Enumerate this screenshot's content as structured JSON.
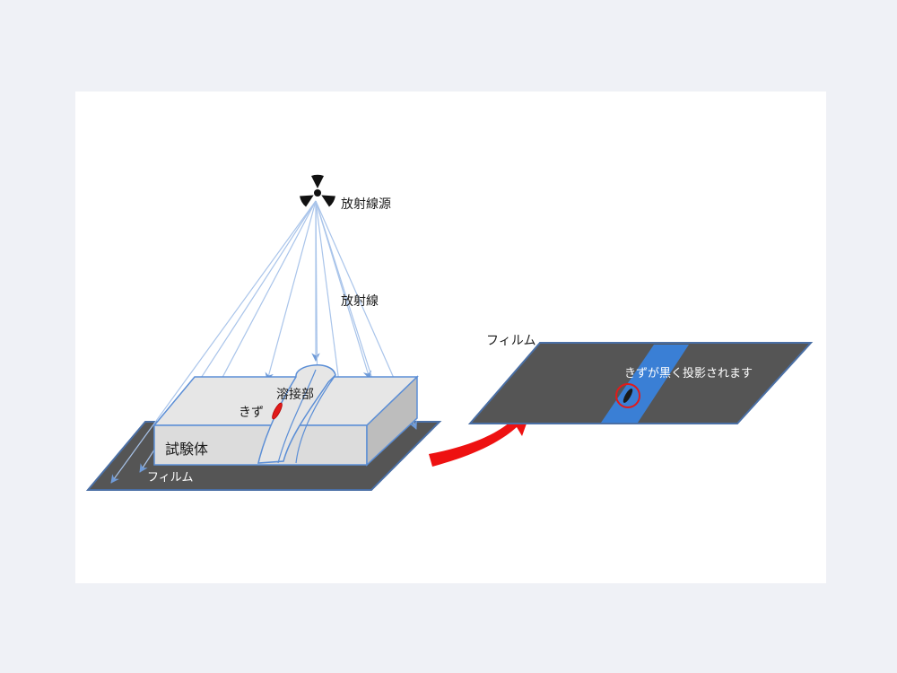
{
  "labels": {
    "source": "放射線源",
    "radiation": "放射線",
    "weld": "溶接部",
    "flaw": "きず",
    "specimen": "試験体",
    "film_left": "フィルム",
    "film_right": "フィルム",
    "projection_note": "きずが黒く投影されます"
  },
  "icons": {
    "source": "radiation-hazard-icon",
    "arrow": "curved-red-arrow-icon"
  },
  "colors": {
    "background": "#eff1f6",
    "panel": "#ffffff",
    "film": "#555555",
    "film_edge": "#4a6fa5",
    "specimen_top": "#e6e6e6",
    "specimen_front": "#d9d9d9",
    "specimen_side": "#bcbcbc",
    "weld_edge": "#5b8ed6",
    "ray": "#a9c4ea",
    "flaw": "#e11a1a",
    "projection_band": "#3a7fd5",
    "arrow": "#ee1111"
  }
}
